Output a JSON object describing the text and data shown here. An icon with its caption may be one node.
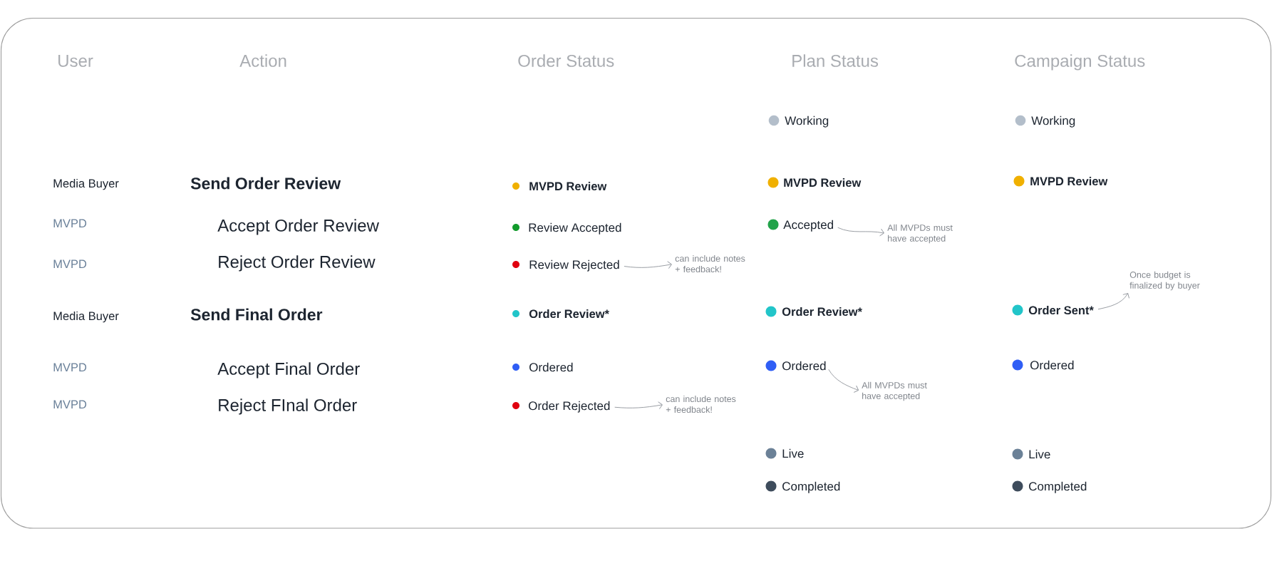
{
  "diagram": {
    "nodes": [
      {
        "text": [
          "Review Rejected"
        ]
      },
      {
        "text": [
          "can include notes + feedback!"
        ]
      },
      {
        "text": [
          "Order Rejected"
        ]
      },
      {
        "text": [
          "can include notes + feedback!"
        ]
      },
      {
        "text": [
          "Accepted"
        ]
      },
      {
        "text": [
          "All MVPDs must have accepted"
        ]
      },
      {
        "text": [
          "Ordered"
        ]
      },
      {
        "text": [
          "All MVPDs must have accepted"
        ]
      },
      {
        "text": [
          "Order Sent*"
        ]
      },
      {
        "text": [
          "Once budget is finalized by buyer"
        ]
      }
    ],
    "edges": [
      {
        "from": 0,
        "to": 1,
        "arrow": "to"
      },
      {
        "from": 2,
        "to": 3,
        "arrow": "to"
      },
      {
        "from": 4,
        "to": 5,
        "arrow": "to"
      },
      {
        "from": 6,
        "to": 7,
        "arrow": "to"
      },
      {
        "from": 8,
        "to": 9,
        "arrow": "to"
      }
    ],
    "labels": [
      "User",
      "Action",
      "Order Status",
      "Plan Status",
      "Campaign Status",
      "Working",
      "Working",
      "Media Buyer",
      "Send Order Review",
      "MVPD Review",
      "MVPD Review",
      "MVPD Review",
      "MVPD",
      "Accept Order Review",
      "Review Accepted",
      "MVPD",
      "Reject Order Review",
      "Media Buyer",
      "Send Final Order",
      "Order Review*",
      "Order Review*",
      "MVPD",
      "Accept Final Order",
      "Ordered",
      "Ordered",
      "MVPD",
      "Reject FInal Order",
      "Live",
      "Live",
      "Completed",
      "Completed"
    ]
  }
}
